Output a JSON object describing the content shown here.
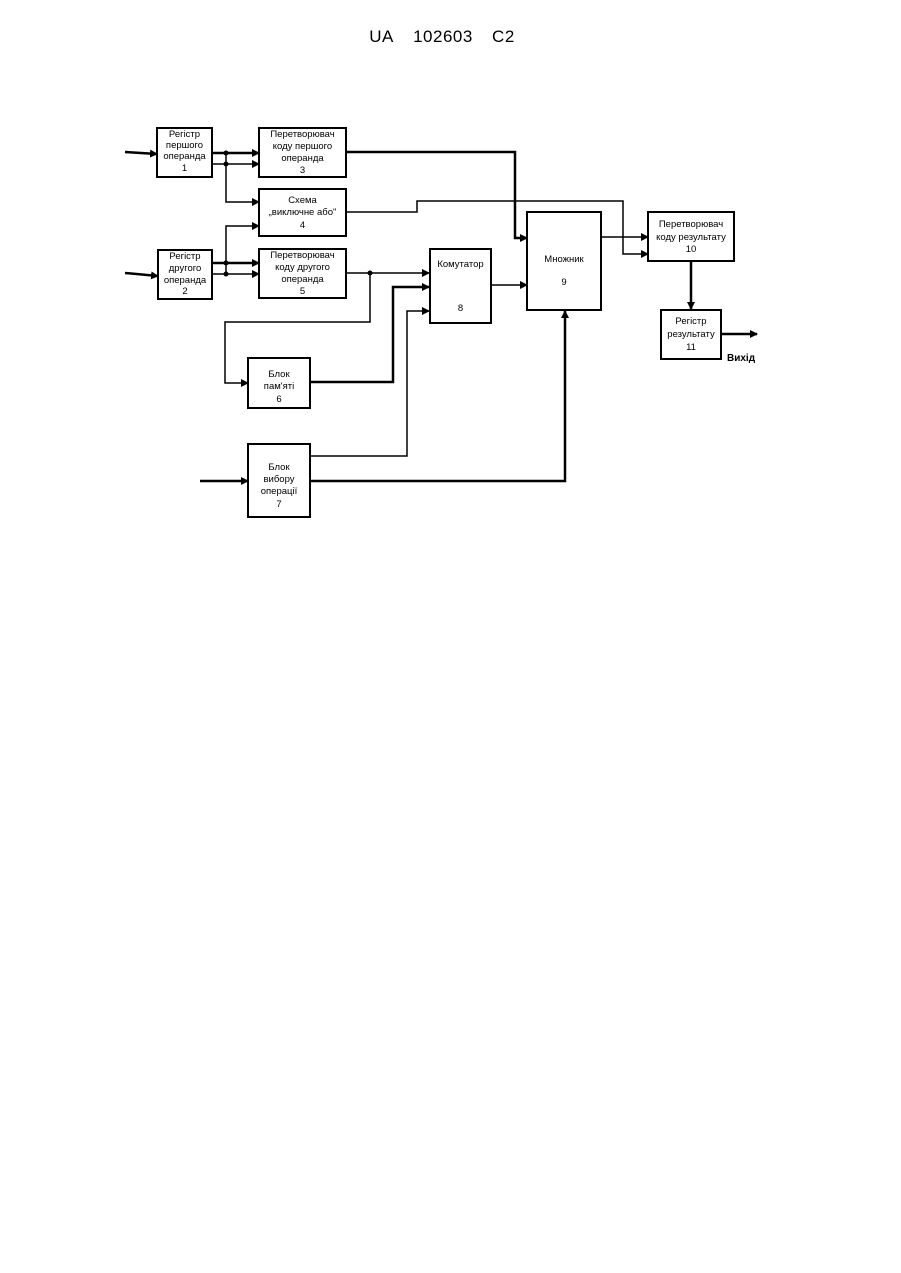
{
  "header": {
    "country": "UA",
    "number": "102603",
    "kind": "C2"
  },
  "blocks": {
    "b1": {
      "lines": [
        "Регістр",
        "першого",
        "операнда",
        "1"
      ]
    },
    "b2": {
      "lines": [
        "Регістр",
        "другого",
        "операнда",
        "2"
      ]
    },
    "b3": {
      "lines": [
        "Перетворювач",
        "коду першого",
        "операнда",
        "3"
      ]
    },
    "b4": {
      "lines": [
        "Схема",
        "„виключне або\"",
        "4"
      ]
    },
    "b5": {
      "lines": [
        "Перетворювач",
        "коду другого",
        "операнда",
        "5"
      ]
    },
    "b6": {
      "lines": [
        "Блок",
        "пам'яті",
        "6"
      ]
    },
    "b7": {
      "lines": [
        "Блок",
        "вибору",
        "операції",
        "7"
      ]
    },
    "b8": {
      "title": "Комутатор",
      "num": "8"
    },
    "b9": {
      "title": "Множник",
      "num": "9"
    },
    "b10": {
      "lines": [
        "Перетворювач",
        "коду результату",
        "10"
      ]
    },
    "b11": {
      "lines": [
        "Регістр",
        "результату",
        "11"
      ]
    }
  },
  "output_label": "Вихід"
}
